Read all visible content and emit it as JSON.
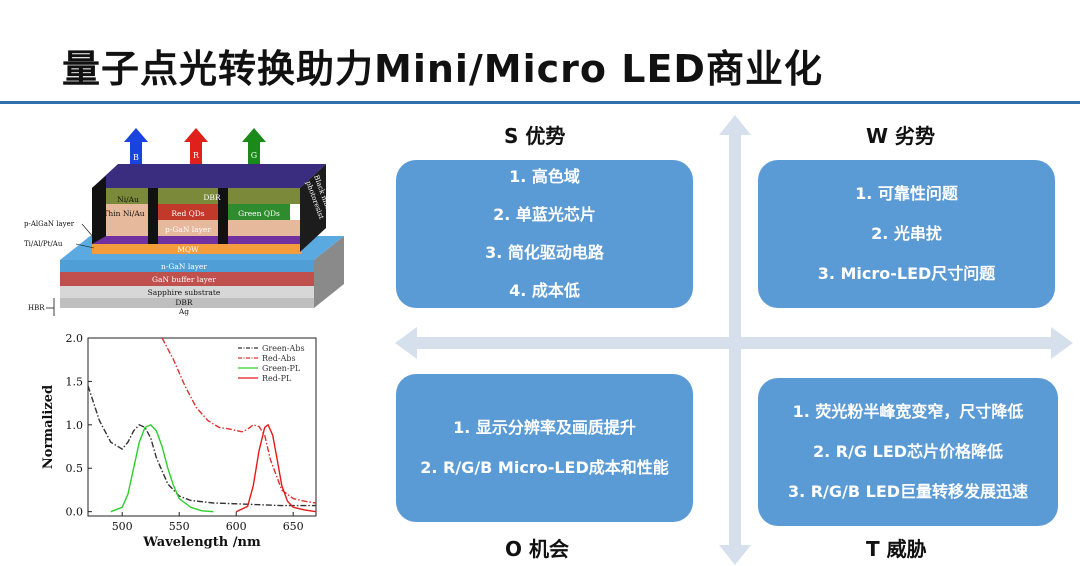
{
  "title": "量子点光转换助力Mini/Micro LED商业化",
  "colors": {
    "accent": "#2f6fad",
    "box": "#5b9bd5",
    "axis": "#d5e0ec"
  },
  "diagram": {
    "arrows": [
      "B",
      "R",
      "G"
    ],
    "layers": {
      "dbr_top": "DBR",
      "ni_au": "Ni/Au",
      "thin_ni_au": "Thin Ni/Au",
      "red_qds": "Red QDs",
      "green_qds": "Green QDs",
      "p_gan": "p-GaN layer",
      "mqw": "MQW",
      "n_gan": "n-GaN layer",
      "gan_buffer": "GaN buffer layer",
      "sapphire": "Sapphire  substrate",
      "dbr_bottom": "DBR",
      "ag": "Ag",
      "black_matrix": "Black matrix",
      "photoresist": "photoresist"
    },
    "side_labels": [
      "p-AlGaN layer",
      "Ti/Al/Pt/Au",
      "HBR"
    ]
  },
  "chart_data": {
    "type": "line",
    "xlabel": "Wavelength /nm",
    "ylabel": "Normalized",
    "xlim": [
      470,
      670
    ],
    "ylim": [
      -0.05,
      2.0
    ],
    "xticks": [
      500,
      550,
      600,
      650
    ],
    "yticks": [
      "0.0",
      "0.5",
      "1.0",
      "1.5",
      "2.0"
    ],
    "legend_position": "top-right",
    "series": [
      {
        "name": "Green-Abs",
        "color": "#333333",
        "dash": "dashdot",
        "x": [
          470,
          480,
          490,
          500,
          505,
          510,
          515,
          520,
          525,
          530,
          540,
          550,
          560,
          580,
          600,
          620,
          640,
          660,
          670
        ],
        "y": [
          1.45,
          1.05,
          0.8,
          0.72,
          0.8,
          0.93,
          1.0,
          0.97,
          0.85,
          0.62,
          0.32,
          0.18,
          0.13,
          0.1,
          0.09,
          0.08,
          0.07,
          0.07,
          0.07
        ]
      },
      {
        "name": "Red-Abs",
        "color": "#e03030",
        "dash": "dashdot",
        "x": [
          535,
          545,
          555,
          565,
          575,
          585,
          595,
          605,
          610,
          615,
          620,
          625,
          630,
          640,
          650,
          660,
          670
        ],
        "y": [
          2.0,
          1.75,
          1.45,
          1.2,
          1.05,
          0.97,
          0.95,
          0.92,
          0.95,
          1.0,
          0.98,
          0.88,
          0.6,
          0.25,
          0.15,
          0.12,
          0.1
        ]
      },
      {
        "name": "Green-PL",
        "color": "#2bd12b",
        "dash": "solid",
        "x": [
          490,
          500,
          505,
          510,
          515,
          520,
          525,
          530,
          535,
          540,
          545,
          550,
          560,
          570,
          580
        ],
        "y": [
          0.0,
          0.05,
          0.2,
          0.5,
          0.8,
          0.97,
          1.0,
          0.93,
          0.75,
          0.5,
          0.3,
          0.15,
          0.05,
          0.01,
          0.0
        ]
      },
      {
        "name": "Red-PL",
        "color": "#e41a1a",
        "dash": "solid",
        "x": [
          600,
          610,
          615,
          620,
          625,
          628,
          632,
          636,
          640,
          645,
          650,
          660,
          670
        ],
        "y": [
          0.0,
          0.06,
          0.3,
          0.7,
          0.97,
          1.0,
          0.88,
          0.6,
          0.3,
          0.12,
          0.05,
          0.02,
          0.0
        ]
      }
    ]
  },
  "swot": {
    "s": {
      "label": "S 优势",
      "items": [
        "1. 高色域",
        "2. 单蓝光芯片",
        "3. 简化驱动电路",
        "4. 成本低"
      ]
    },
    "w": {
      "label": "W 劣势",
      "items": [
        "1. 可靠性问题",
        "2. 光串扰",
        "3. Micro-LED尺寸问题"
      ]
    },
    "o": {
      "label": "O 机会",
      "items": [
        "1. 显示分辨率及画质提升",
        "2. R/G/B Micro-LED成本和性能"
      ]
    },
    "t": {
      "label": "T 威胁",
      "items": [
        "1. 荧光粉半峰宽变窄，尺寸降低",
        "2. R/G LED芯片价格降低",
        "3. R/G/B LED巨量转移发展迅速"
      ]
    }
  }
}
